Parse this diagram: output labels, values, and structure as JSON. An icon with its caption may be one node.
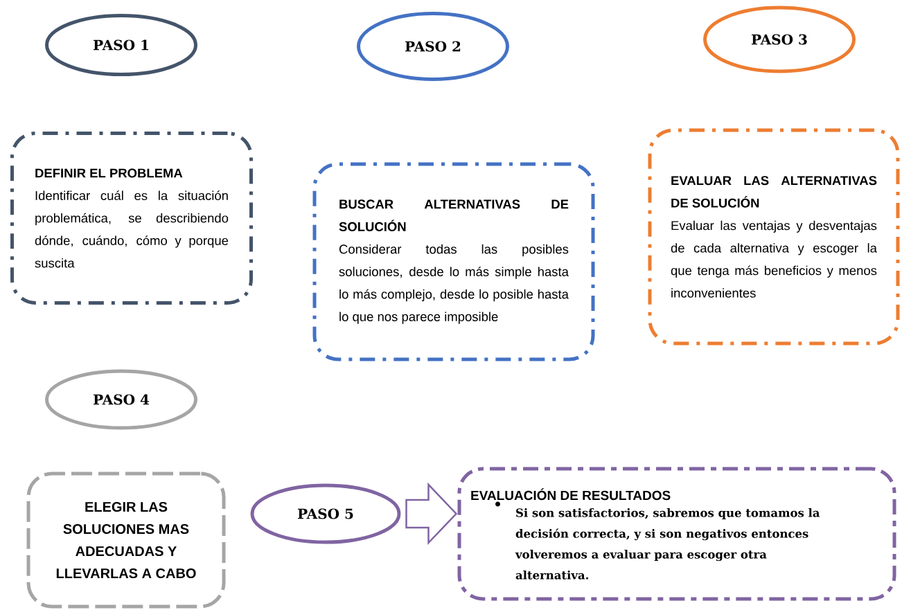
{
  "diagram": {
    "nodes": [
      {
        "text": [
          "PASO 1"
        ]
      },
      {
        "text": [
          "PASO 2"
        ]
      },
      {
        "text": [
          "PASO 3"
        ]
      },
      {
        "text": [
          "DEFINIR EL PROBLEMA",
          "Identificar cuál es la situación problemática, se describiendo dónde, cuándo, cómo y porque suscita"
        ]
      },
      {
        "text": [
          "BUSCAR ALTERNATIVAS DE SOLUCIÓN",
          "Considerar todas las posibles soluciones, desde lo más simple hasta lo más complejo, desde lo posible hasta lo que nos parece imposible"
        ]
      },
      {
        "text": [
          "EVALUAR LAS ALTERNATIVAS DE SOLUCIÓN",
          "Evaluar las ventajas y desventajas de cada alternativa y escoger la que tenga más beneficios y menos inconvenientes"
        ]
      },
      {
        "text": [
          "PASO 4"
        ]
      },
      {
        "text": [
          "ELEGIR LAS SOLUCIONES MAS ADECUADAS Y LLEVARLAS A CABO"
        ]
      },
      {
        "text": [
          "PASO 5"
        ]
      },
      {
        "text": [
          "EVALUACIÓN DE RESULTADOS",
          "Si son satisfactorios, sabremos que tomamos la decisión correcta, y si son negativos entonces volveremos a evaluar para escoger otra alternativa."
        ]
      }
    ],
    "edges": [
      {
        "from": 8,
        "to": 9,
        "arrow": "to"
      }
    ]
  }
}
